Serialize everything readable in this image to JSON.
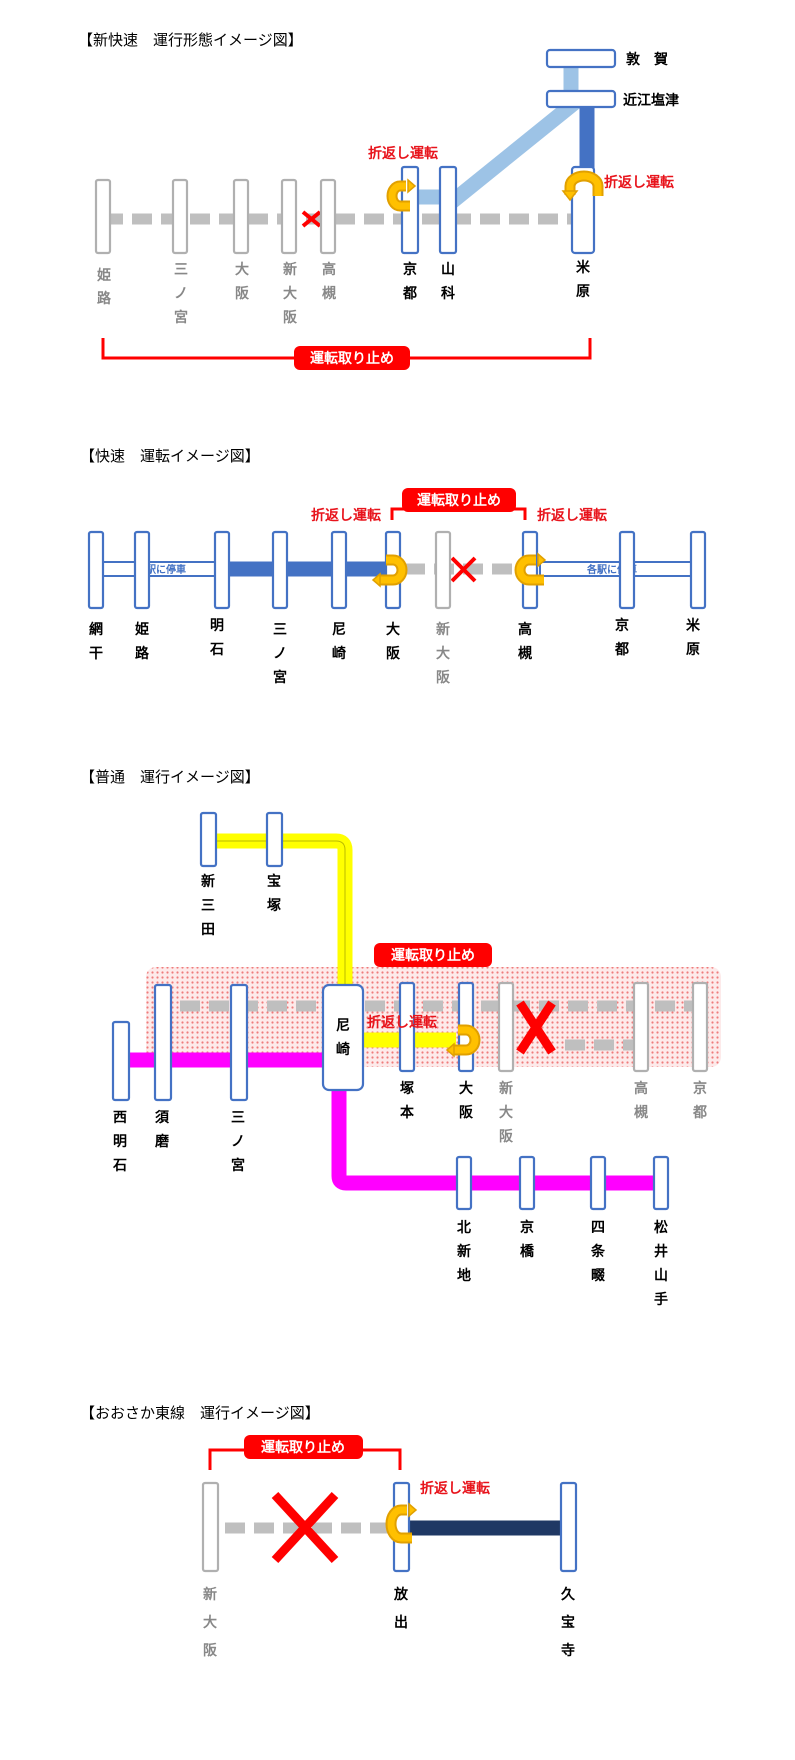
{
  "sec1": {
    "title": "【新快速　運行形態イメージ図】",
    "stations": [
      "姫路",
      "三ノ宮",
      "大阪",
      "新大阪",
      "高槻",
      "京都",
      "山科",
      "米原",
      "敦　賀",
      "近江塩津"
    ],
    "turn_left": "折返し運転",
    "turn_right": "折返し運転",
    "suspend": "運転取り止め"
  },
  "sec2": {
    "title": "【快速　運転イメージ図】",
    "stations": [
      "網干",
      "姫路",
      "明石",
      "三ノ宮",
      "尼崎",
      "大阪",
      "新大阪",
      "高槻",
      "京都",
      "米原"
    ],
    "turn_left": "折返し運転",
    "turn_right": "折返し運転",
    "suspend": "運転取り止め",
    "local_left": "各駅に停車",
    "local_right": "各駅に停車"
  },
  "sec3": {
    "title": "【普通　運行イメージ図】",
    "stations": [
      "新三田",
      "宝塚",
      "尼崎",
      "塚本",
      "大阪",
      "新大阪",
      "高槻",
      "京都",
      "西明石",
      "須磨",
      "三ノ宮",
      "北新地",
      "京橋",
      "四条畷",
      "松井山手"
    ],
    "suspend": "運転取り止め",
    "turn": "折返し運転"
  },
  "sec4": {
    "title": "【おおさか東線　運行イメージ図】",
    "stations": [
      "新大阪",
      "放出",
      "久宝寺"
    ],
    "suspend": "運転取り止め",
    "turn": "折返し運転"
  },
  "colors": {
    "accent_blue": "#4472c4",
    "light_blue": "#9dc3e6",
    "navy": "#1f3864",
    "yellow": "#ffff00",
    "magenta": "#ff00ff",
    "red": "#ff0000",
    "orange": "#ffc000",
    "gray": "#bfbfbf"
  }
}
